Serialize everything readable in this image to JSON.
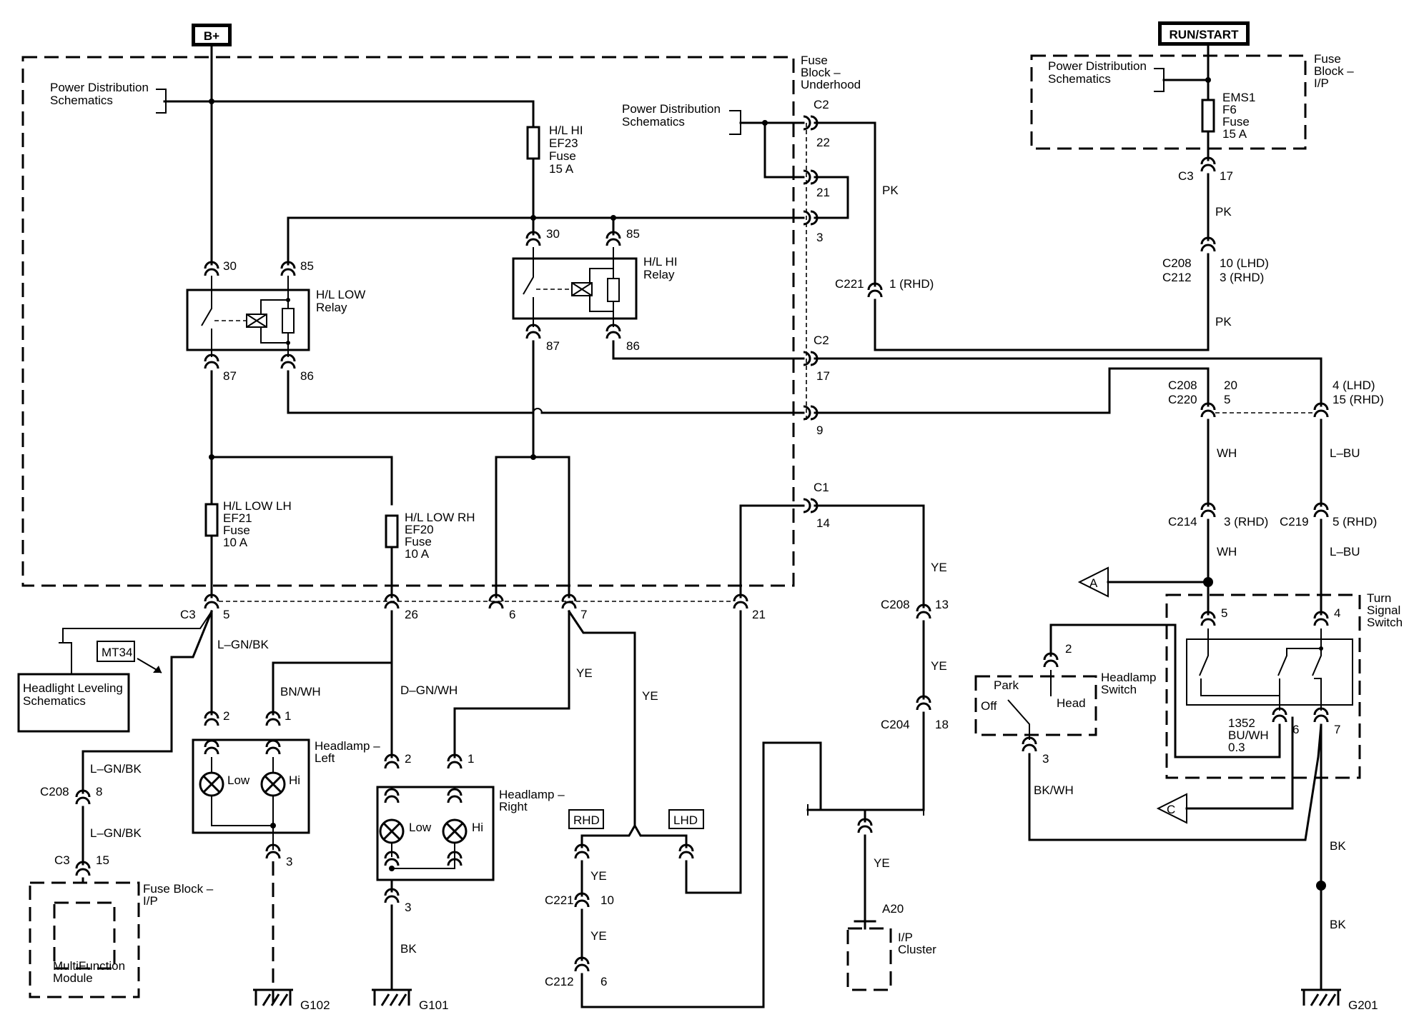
{
  "power": {
    "bplus": "B+",
    "run_start": "RUN/START"
  },
  "power_dist": {
    "line1": "Power Distribution",
    "line2": "Schematics"
  },
  "fuse_block_underhood": [
    "Fuse",
    "Block –",
    "Underhood"
  ],
  "fuse_block_ip": [
    "Fuse",
    "Block –",
    "I/P"
  ],
  "fuses": {
    "hl_hi": [
      "H/L HI",
      "EF23",
      "Fuse",
      "15 A"
    ],
    "hl_low_lh": [
      "H/L LOW LH",
      "EF21",
      "Fuse",
      "10 A"
    ],
    "hl_low_rh": [
      "H/L LOW RH",
      "EF20",
      "Fuse",
      "10 A"
    ],
    "ems1": [
      "EMS1",
      "F6",
      "Fuse",
      "15 A"
    ]
  },
  "relays": {
    "low": [
      "H/L LOW",
      "Relay"
    ],
    "hi": [
      "H/L HI",
      "Relay"
    ],
    "pins": {
      "p30": "30",
      "p85": "85",
      "p87": "87",
      "p86": "86"
    }
  },
  "connectors": {
    "c1": "C1",
    "c2": "C2",
    "c3": "C3",
    "c208": "C208",
    "c212": "C212",
    "c220": "C220",
    "c221": "C221",
    "c214": "C214",
    "c219": "C219",
    "c204": "C204",
    "a20": "A20"
  },
  "pins": {
    "p22": "22",
    "p21": "21",
    "p3": "3",
    "p17": "17",
    "p9": "9",
    "p14": "14",
    "p5": "5",
    "p26": "26",
    "p6": "6",
    "p7": "7",
    "p21b": "21",
    "p1rhd": "1 (RHD)",
    "p10lhd": "10 (LHD)",
    "p3rhd": "3 (RHD)",
    "p20": "20",
    "p5b": "5",
    "p4lhd": "4 (LHD)",
    "p15rhd": "15 (RHD)",
    "p3rhd_b": "3 (RHD)",
    "p5rhd": "5 (RHD)",
    "p13": "13",
    "p18": "18",
    "p8": "8",
    "p15": "15",
    "p2": "2",
    "p1": "1",
    "p3b": "3",
    "p10": "10",
    "p6b": "6",
    "p4": "4",
    "p6c": "6",
    "p7b": "7",
    "p2b": "2",
    "p3c": "3"
  },
  "wires": {
    "pk": "PK",
    "wh": "WH",
    "lbu": "L–BU",
    "ye": "YE",
    "bk": "BK",
    "lgnbk": "L–GN/BK",
    "bnwh": "BN/WH",
    "dgnwh": "D–GN/WH",
    "bkwh": "BK/WH",
    "circuit": [
      "1352",
      "BU/WH",
      "0.3"
    ]
  },
  "headlamps": {
    "left": [
      "Headlamp –",
      "Left"
    ],
    "right": [
      "Headlamp –",
      "Right"
    ],
    "low": "Low",
    "hi": "Hi"
  },
  "modules": {
    "leveling": [
      "Headlight Leveling",
      "Schematics"
    ],
    "mt34": "MT34",
    "mfm": [
      "MultiFunction",
      "Module"
    ],
    "fuse_block_ip2": [
      "Fuse Block –",
      "I/P"
    ],
    "ip_cluster": [
      "I/P",
      "Cluster"
    ]
  },
  "switches": {
    "headlamp": [
      "Headlamp",
      "Switch"
    ],
    "park": "Park",
    "off": "Off",
    "head": "Head",
    "turn": [
      "Turn",
      "Signal",
      "Switch"
    ]
  },
  "tags": {
    "rhd": "RHD",
    "lhd": "LHD",
    "a": "A",
    "c": "C"
  },
  "grounds": {
    "g102": "G102",
    "g101": "G101",
    "g201": "G201"
  }
}
